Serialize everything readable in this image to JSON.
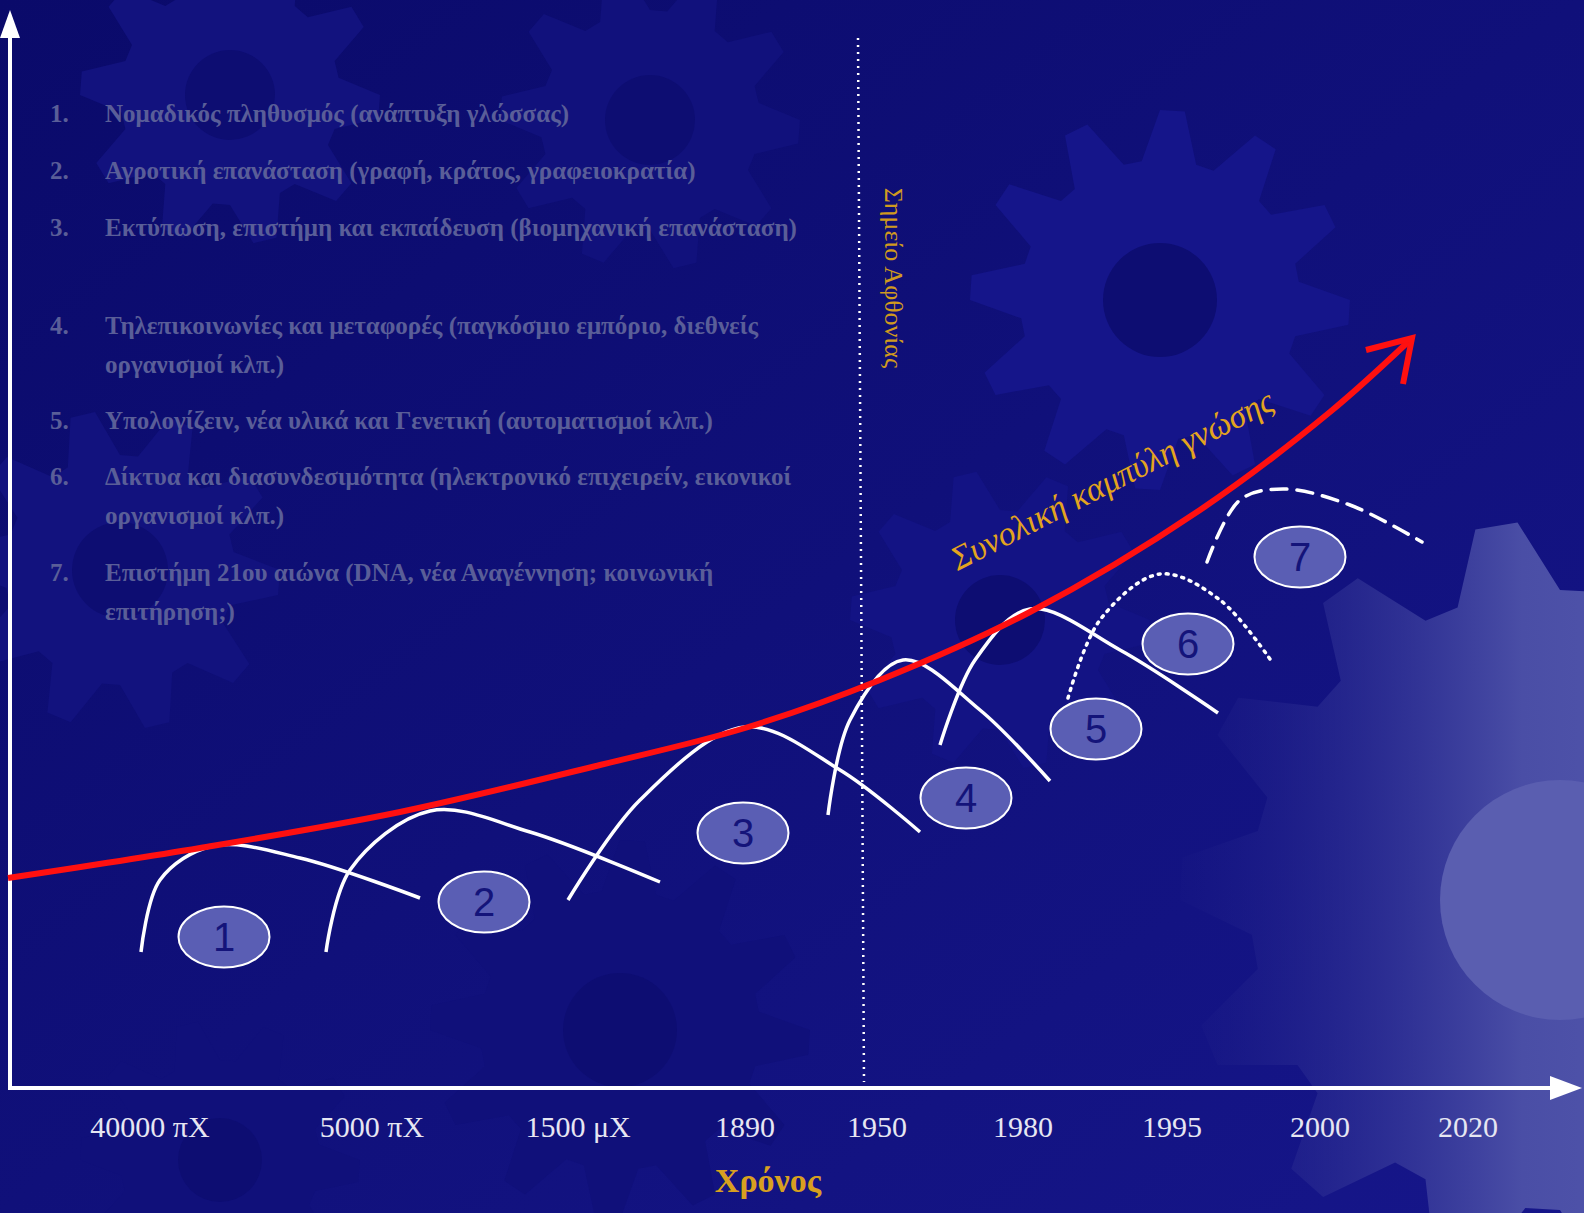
{
  "diagram": {
    "nodes": [
      {
        "text": [
          "1"
        ]
      },
      {
        "text": [
          "2"
        ]
      },
      {
        "text": [
          "3"
        ]
      },
      {
        "text": [
          "4"
        ]
      },
      {
        "text": [
          "5"
        ]
      },
      {
        "text": [
          "6"
        ]
      },
      {
        "text": [
          "7"
        ]
      }
    ],
    "labels": [
      "1.",
      "Νομαδικός πληθυσμός (ανάπτυξη γλώσσας)",
      "2.",
      "Αγροτική επανάσταση (γραφή, κράτος, γραφειοκρατία)",
      "3.",
      "Εκτύπωση, επιστήμη και εκπαίδευση (βιομηχανική επανάσταση)",
      "4.",
      "Τηλεπικοινωνίες και μεταφορές (παγκόσμιο εμπόριο, διεθνείς οργανισμοί κλπ.)",
      "5.",
      "Υπολογίζειν, νέα υλικά και Γενετική (αυτοματισμοί κλπ.)",
      "6.",
      "Δίκτυα και διασυνδεσιμότητα (ηλεκτρονικό επιχειρείν, εικονικοί οργανισμοί κλπ.)",
      "7.",
      "Επιστήμη 21ου αιώνα (DNA, νέα Αναγέννηση; κοινωνική επιτήρηση;)",
      "Σημείο Αφθονίας",
      "Συνολική καμπύλη γνώσης",
      "40000 πΧ",
      "5000 πΧ",
      "1500 μΧ",
      "1890",
      "1950",
      "1980",
      "1995",
      "2000",
      "2020",
      "Χρόνος"
    ]
  }
}
